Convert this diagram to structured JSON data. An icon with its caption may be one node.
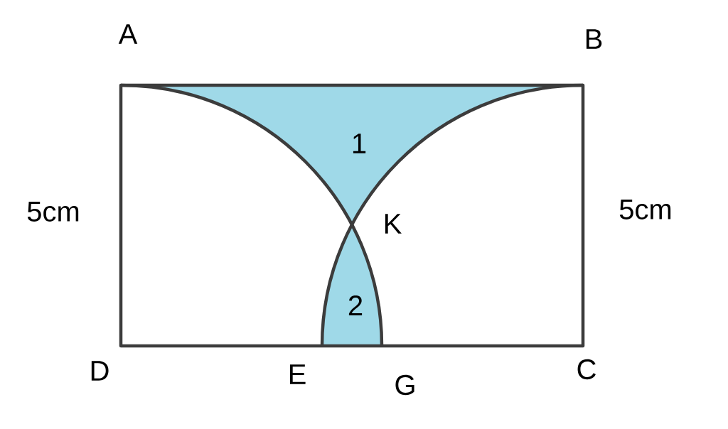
{
  "diagram": {
    "labels": [
      "A",
      "B",
      "1",
      "5cm",
      "K",
      "5cm",
      "2",
      "D",
      "E",
      "G",
      "C"
    ]
  }
}
